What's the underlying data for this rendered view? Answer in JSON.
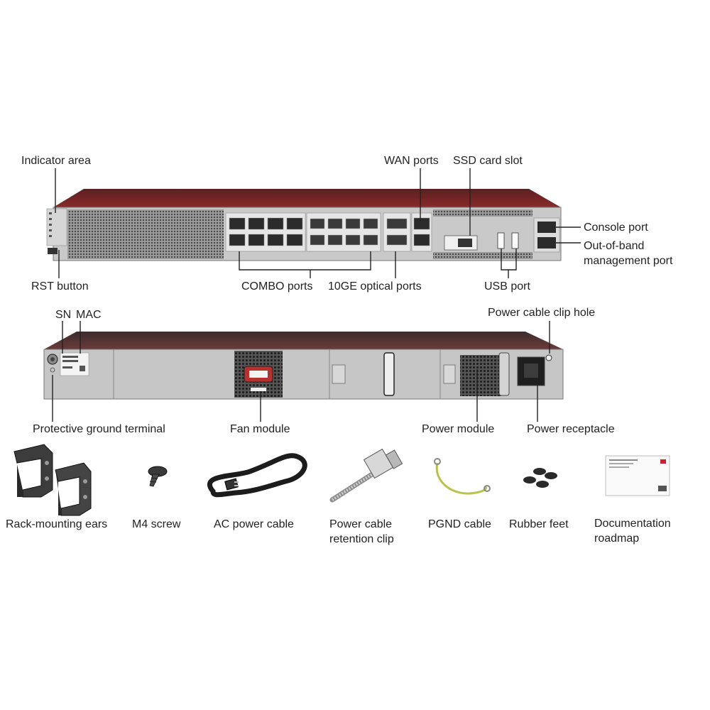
{
  "front_panel": {
    "labels": {
      "indicator_area": "Indicator area",
      "rst_button": "RST button",
      "combo_ports": "COMBO ports",
      "ge10_optical_ports": "10GE optical ports",
      "wan_ports": "WAN ports",
      "ssd_card_slot": "SSD card slot",
      "usb_port": "USB port",
      "console_port": "Console port",
      "oob_port_line1": "Out-of-band",
      "oob_port_line2": "management port"
    }
  },
  "rear_panel": {
    "labels": {
      "sn": "SN",
      "mac": "MAC",
      "power_cable_clip_hole": "Power cable clip hole",
      "protective_ground_terminal": "Protective ground terminal",
      "fan_module": "Fan module",
      "power_module": "Power module",
      "power_receptacle": "Power receptacle"
    }
  },
  "accessories": [
    {
      "id": "rack-mounting-ears",
      "lines": [
        "Rack-mounting ears"
      ]
    },
    {
      "id": "m4-screw",
      "lines": [
        "M4 screw"
      ]
    },
    {
      "id": "ac-power-cable",
      "lines": [
        "AC power cable"
      ]
    },
    {
      "id": "power-cable-retention-clip",
      "lines": [
        "Power cable",
        "retention clip"
      ]
    },
    {
      "id": "pgnd-cable",
      "lines": [
        "PGND cable"
      ]
    },
    {
      "id": "rubber-feet",
      "lines": [
        "Rubber feet"
      ]
    },
    {
      "id": "documentation-roadmap",
      "lines": [
        "Documentation",
        "roadmap"
      ]
    }
  ],
  "colors": {
    "chassis_top": "#8a1e1e",
    "chassis_dark": "#3a2a2a",
    "panel_gray": "#c8c8c8",
    "panel_light": "#e2e2e2",
    "leader_line": "#222222",
    "pgnd_cable": "#b9c34a"
  }
}
